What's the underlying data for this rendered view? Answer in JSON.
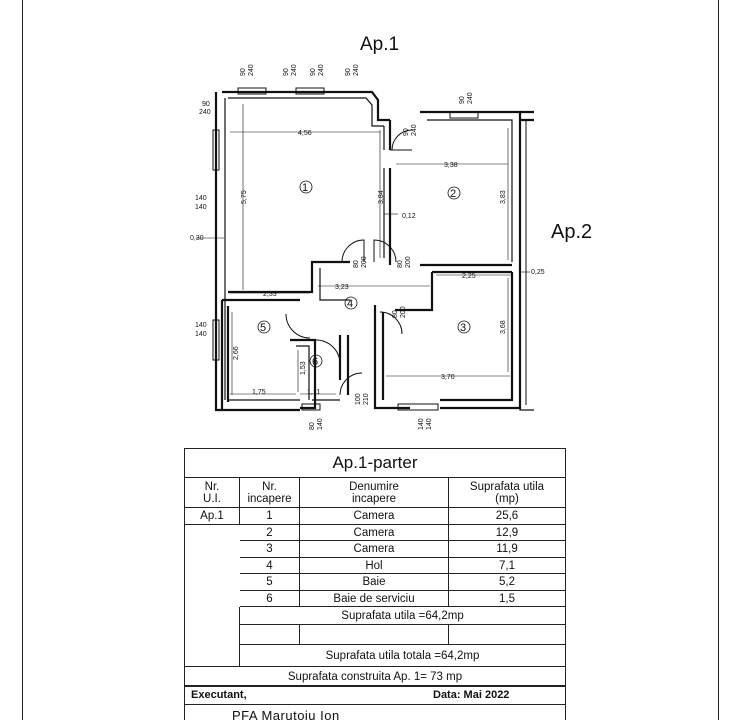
{
  "plan": {
    "title_ap1": "Ap.1",
    "title_ap2": "Ap.2",
    "room_numbers": [
      "1",
      "2",
      "3",
      "4",
      "5",
      "6"
    ],
    "dimensions": {
      "top_windows": [
        "90\n240",
        "90\n240",
        "90\n240",
        "90\n240"
      ],
      "w_4_56": "4,56",
      "w_3_38": "3,38",
      "h_5_75": "5,75",
      "h_3_84": "3,84",
      "h_3_83": "3,83",
      "gap_0_12": "0,12",
      "gap_0_30": "0,30",
      "w_3_23": "3,23",
      "w_2_33": "2,33",
      "w_2_25": "2,25",
      "gap_0_25": "0,25",
      "h_3_68": "3,68",
      "w_3_70": "3,70",
      "h_2_66": "2,66",
      "h_1_53": "1,53",
      "w_1_75": "1,75",
      "w_1_11": "1,11",
      "win_90_240_left": "90\n240",
      "win_140_140_a": "140\n140",
      "win_140_140_b": "140\n140",
      "door_80_200_a": "80\n200",
      "door_80_200_b": "80\n200",
      "door_80_200_c": "80\n200",
      "door_90_240": "90\n240",
      "door_100_210": "100\n210",
      "door_80_140": "80\n140",
      "win_140_140_bottom": "140\n140",
      "win_90_240_ap2": "90\n240"
    }
  },
  "table": {
    "title": "Ap.1-parter",
    "headers": {
      "ui": "Nr.\nU.I.",
      "room_nr": "Nr.\nincapere",
      "name": "Denumire\nincapere",
      "area": "Suprafata utila\n(mp)"
    },
    "unit": "Ap.1",
    "rows": [
      {
        "nr": "1",
        "name": "Camera",
        "area": "25,6"
      },
      {
        "nr": "2",
        "name": "Camera",
        "area": "12,9"
      },
      {
        "nr": "3",
        "name": "Camera",
        "area": "11,9"
      },
      {
        "nr": "4",
        "name": "Hol",
        "area": "7,1"
      },
      {
        "nr": "5",
        "name": "Baie",
        "area": "5,2"
      },
      {
        "nr": "6",
        "name": "Baie de serviciu",
        "area": "1,5"
      }
    ],
    "suprafata_utila": "Suprafata utila =64,2mp",
    "suprafata_utila_totala": "Suprafata utila totala =64,2mp",
    "suprafata_construita": "Suprafata construita Ap. 1= 73 mp",
    "executant_label": "Executant,",
    "data_label": "Data: Mai 2022",
    "executant_name": "PFA Marutoiu Ion"
  }
}
